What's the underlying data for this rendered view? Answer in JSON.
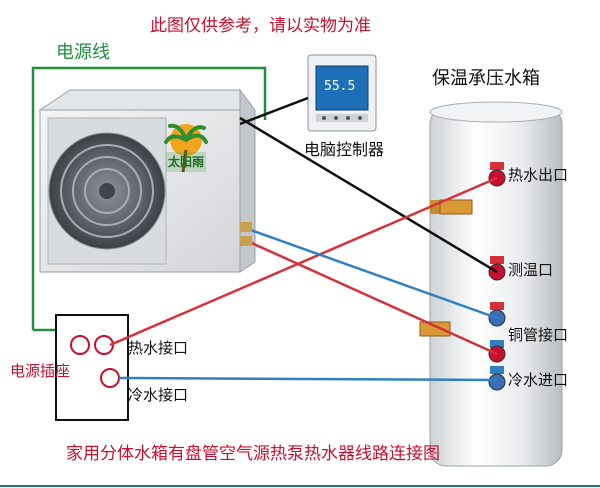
{
  "notice": "此图仅供参考，请以实物为准",
  "power_line_label": "电源线",
  "controller": {
    "label": "电脑控制器",
    "screen_value": "55.5"
  },
  "outdoor_unit": {
    "brand_text": "太阳雨"
  },
  "tank": {
    "label": "保温承压水箱",
    "hot_out": "热水出口",
    "temp_port": "测温口",
    "copper_port": "铜管接口",
    "cold_in": "冷水进口"
  },
  "junction_box": {
    "hot_port": "热水接口",
    "power_socket": "电源插座",
    "cold_port": "冷水接口"
  },
  "caption": "家用分体水箱有盘管空气源热泵热水器线路连接图",
  "colors": {
    "title_red": "#c8102e",
    "green_line": "#1f8f3a",
    "red_pipe": "#d6303a",
    "blue_pipe": "#2f7fc1",
    "black_wire": "#111111"
  }
}
